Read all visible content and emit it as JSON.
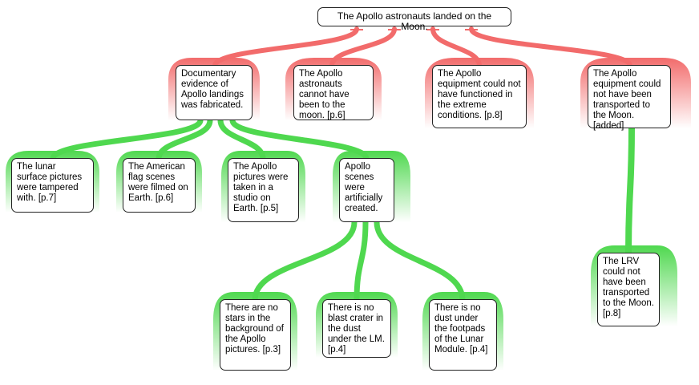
{
  "colors": {
    "objection": "#f26b6b",
    "support": "#4fd84f",
    "node_border": "#222222"
  },
  "root": {
    "text": "The Apollo astronauts landed on the Moon."
  },
  "objections": [
    {
      "id": "o1",
      "text": "Documentary evidence of Apollo landings was fabricated."
    },
    {
      "id": "o2",
      "text": "The Apollo astronauts cannot have been to the moon. [p.6]"
    },
    {
      "id": "o3",
      "text": "The Apollo equipment could not have functioned in the extreme conditions. [p.8]"
    },
    {
      "id": "o4",
      "text": "The Apollo equipment could not have been transported to the Moon. [added]"
    }
  ],
  "supports": [
    {
      "id": "s1",
      "text": "The lunar surface pictures were tampered with. [p.7]"
    },
    {
      "id": "s2",
      "text": "The American flag scenes were filmed on Earth. [p.6]"
    },
    {
      "id": "s3",
      "text": "The Apollo pictures were taken in a studio on Earth. [p.5]"
    },
    {
      "id": "s4",
      "text": "Apollo scenes were artificially created."
    },
    {
      "id": "s5",
      "text": "There are no stars in the background of the Apollo pictures. [p.3]"
    },
    {
      "id": "s6",
      "text": "There is no blast crater in the dust under the LM. [p.4]"
    },
    {
      "id": "s7",
      "text": "There is no dust under the footpads of the Lunar Module. [p.4]"
    },
    {
      "id": "s8",
      "text": "The LRV could not have been transported to the Moon. [p.8]"
    }
  ]
}
